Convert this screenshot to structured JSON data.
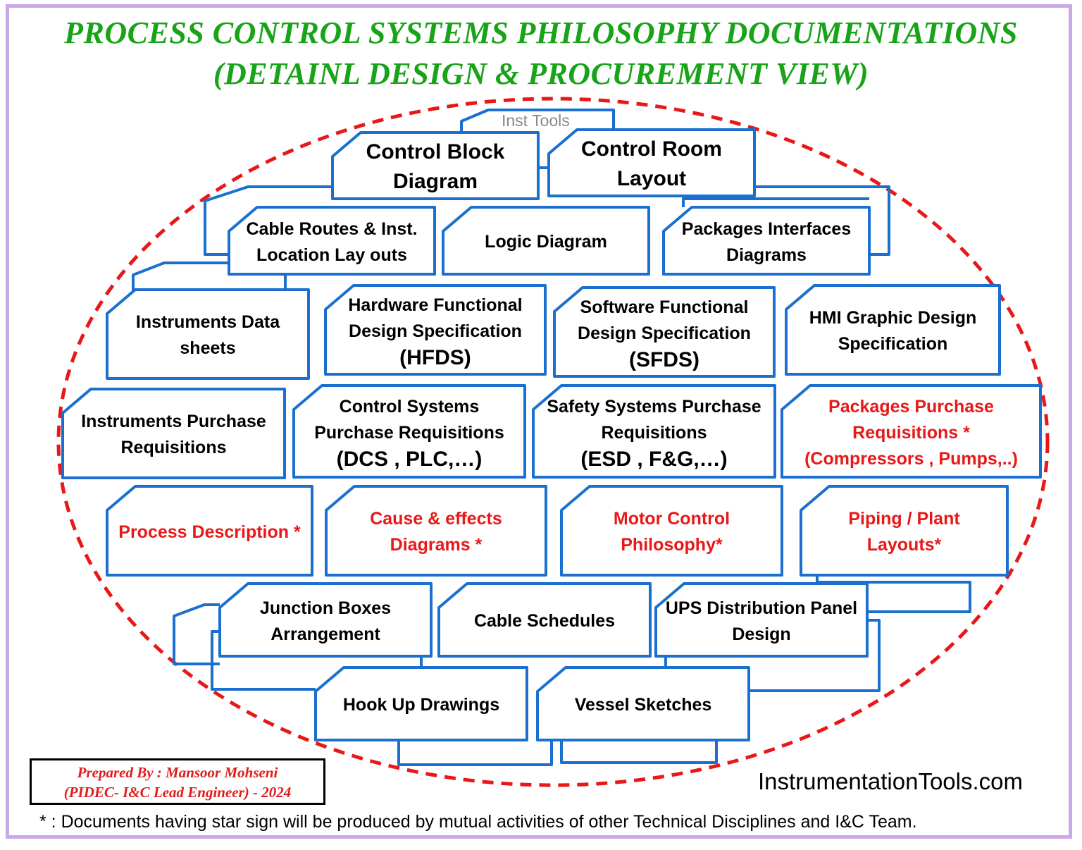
{
  "title": {
    "line1": "PROCESS CONTROL SYSTEMS PHILOSOPHY DOCUMENTATIONS",
    "line2": "(DETAINL DESIGN & PROCUREMENT VIEW)"
  },
  "watermark": "Inst Tools",
  "colors": {
    "title": "#18a318",
    "box_border": "#1a6fcf",
    "ellipse": "#e81818",
    "starred_text": "#e81818",
    "frame": "#c9a8e6"
  },
  "documents": [
    {
      "id": "control-block-diagram",
      "lines": [
        "Control Block",
        "Diagram"
      ],
      "starred": false
    },
    {
      "id": "control-room-layout",
      "lines": [
        "Control Room",
        "Layout"
      ],
      "starred": false
    },
    {
      "id": "cable-routes",
      "lines": [
        "Cable Routes & Inst.",
        "Location Lay outs"
      ],
      "starred": false
    },
    {
      "id": "logic-diagram",
      "lines": [
        "Logic Diagram"
      ],
      "starred": false
    },
    {
      "id": "packages-interfaces",
      "lines": [
        "Packages Interfaces",
        "Diagrams"
      ],
      "starred": false
    },
    {
      "id": "instruments-data-sheets",
      "lines": [
        "Instruments Data",
        "sheets"
      ],
      "starred": false
    },
    {
      "id": "hfds",
      "lines": [
        "Hardware Functional",
        "Design Specification"
      ],
      "tag": "(HFDS)",
      "starred": false
    },
    {
      "id": "sfds",
      "lines": [
        "Software Functional",
        "Design Specification"
      ],
      "tag": "(SFDS)",
      "starred": false
    },
    {
      "id": "hmi-graphic",
      "lines": [
        "HMI Graphic Design",
        "Specification"
      ],
      "starred": false
    },
    {
      "id": "instruments-pr",
      "lines": [
        "Instruments Purchase",
        "Requisitions"
      ],
      "starred": false
    },
    {
      "id": "control-systems-pr",
      "lines": [
        "Control Systems",
        "Purchase Requisitions"
      ],
      "tag": "(DCS , PLC,…)",
      "starred": false
    },
    {
      "id": "safety-systems-pr",
      "lines": [
        "Safety Systems Purchase",
        "Requisitions"
      ],
      "tag": "(ESD , F&G,…)",
      "starred": false
    },
    {
      "id": "packages-pr",
      "lines": [
        "Packages Purchase",
        "Requisitions *",
        "(Compressors , Pumps,..)"
      ],
      "starred": true
    },
    {
      "id": "process-description",
      "lines": [
        "Process Description *"
      ],
      "starred": true
    },
    {
      "id": "cause-effects",
      "lines": [
        "Cause & effects",
        "Diagrams *"
      ],
      "starred": true
    },
    {
      "id": "motor-control",
      "lines": [
        "Motor Control",
        "Philosophy*"
      ],
      "starred": true
    },
    {
      "id": "piping-plant",
      "lines": [
        "Piping / Plant",
        "Layouts*"
      ],
      "starred": true
    },
    {
      "id": "junction-boxes",
      "lines": [
        "Junction Boxes",
        "Arrangement"
      ],
      "starred": false
    },
    {
      "id": "cable-schedules",
      "lines": [
        "Cable Schedules"
      ],
      "starred": false
    },
    {
      "id": "ups-distribution",
      "lines": [
        "UPS Distribution Panel",
        "Design"
      ],
      "starred": false
    },
    {
      "id": "hook-up-drawings",
      "lines": [
        "Hook Up Drawings"
      ],
      "starred": false
    },
    {
      "id": "vessel-sketches",
      "lines": [
        "Vessel Sketches"
      ],
      "starred": false
    }
  ],
  "author": {
    "line1": "Prepared By : Mansoor Mohseni",
    "line2": "(PIDEC- I&C Lead Engineer) - 2024"
  },
  "site": "InstrumentationTools.com",
  "footnote": "* : Documents having star sign will be produced by mutual activities of other Technical Disciplines and I&C Team."
}
